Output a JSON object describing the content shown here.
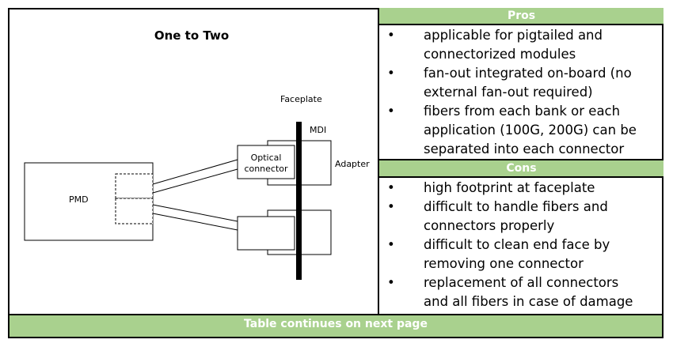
{
  "diagram": {
    "title": "One to Two",
    "labels": {
      "faceplate": "Faceplate",
      "mdi": "MDI",
      "optical_connector_line1": "Optical",
      "optical_connector_line2": "connector",
      "adapter": "Adapter",
      "pmd": "PMD"
    }
  },
  "pros": {
    "header": "Pros",
    "items": [
      {
        "line1": "applicable for pigtailed and",
        "line2": "connectorized modules"
      },
      {
        "line1": "fan-out integrated on-board (no",
        "line2": "external fan-out required)"
      },
      {
        "line1": "fibers from each bank or each",
        "line2": "application (100G, 200G) can be",
        "line3": "separated into each connector"
      }
    ]
  },
  "cons": {
    "header": "Cons",
    "items": [
      {
        "line1": "high footprint at faceplate"
      },
      {
        "line1": "difficult to handle fibers and",
        "line2": "connectors properly"
      },
      {
        "line1": "difficult to clean end face by",
        "line2": "removing one connector"
      },
      {
        "line1": "replacement of all connectors",
        "line2": "and all fibers in case of damage"
      }
    ]
  },
  "footer": {
    "text": "Table continues on next page"
  },
  "colors": {
    "header_bg": "#a9d18e",
    "header_text": "#ffffff",
    "border": "#000000"
  }
}
